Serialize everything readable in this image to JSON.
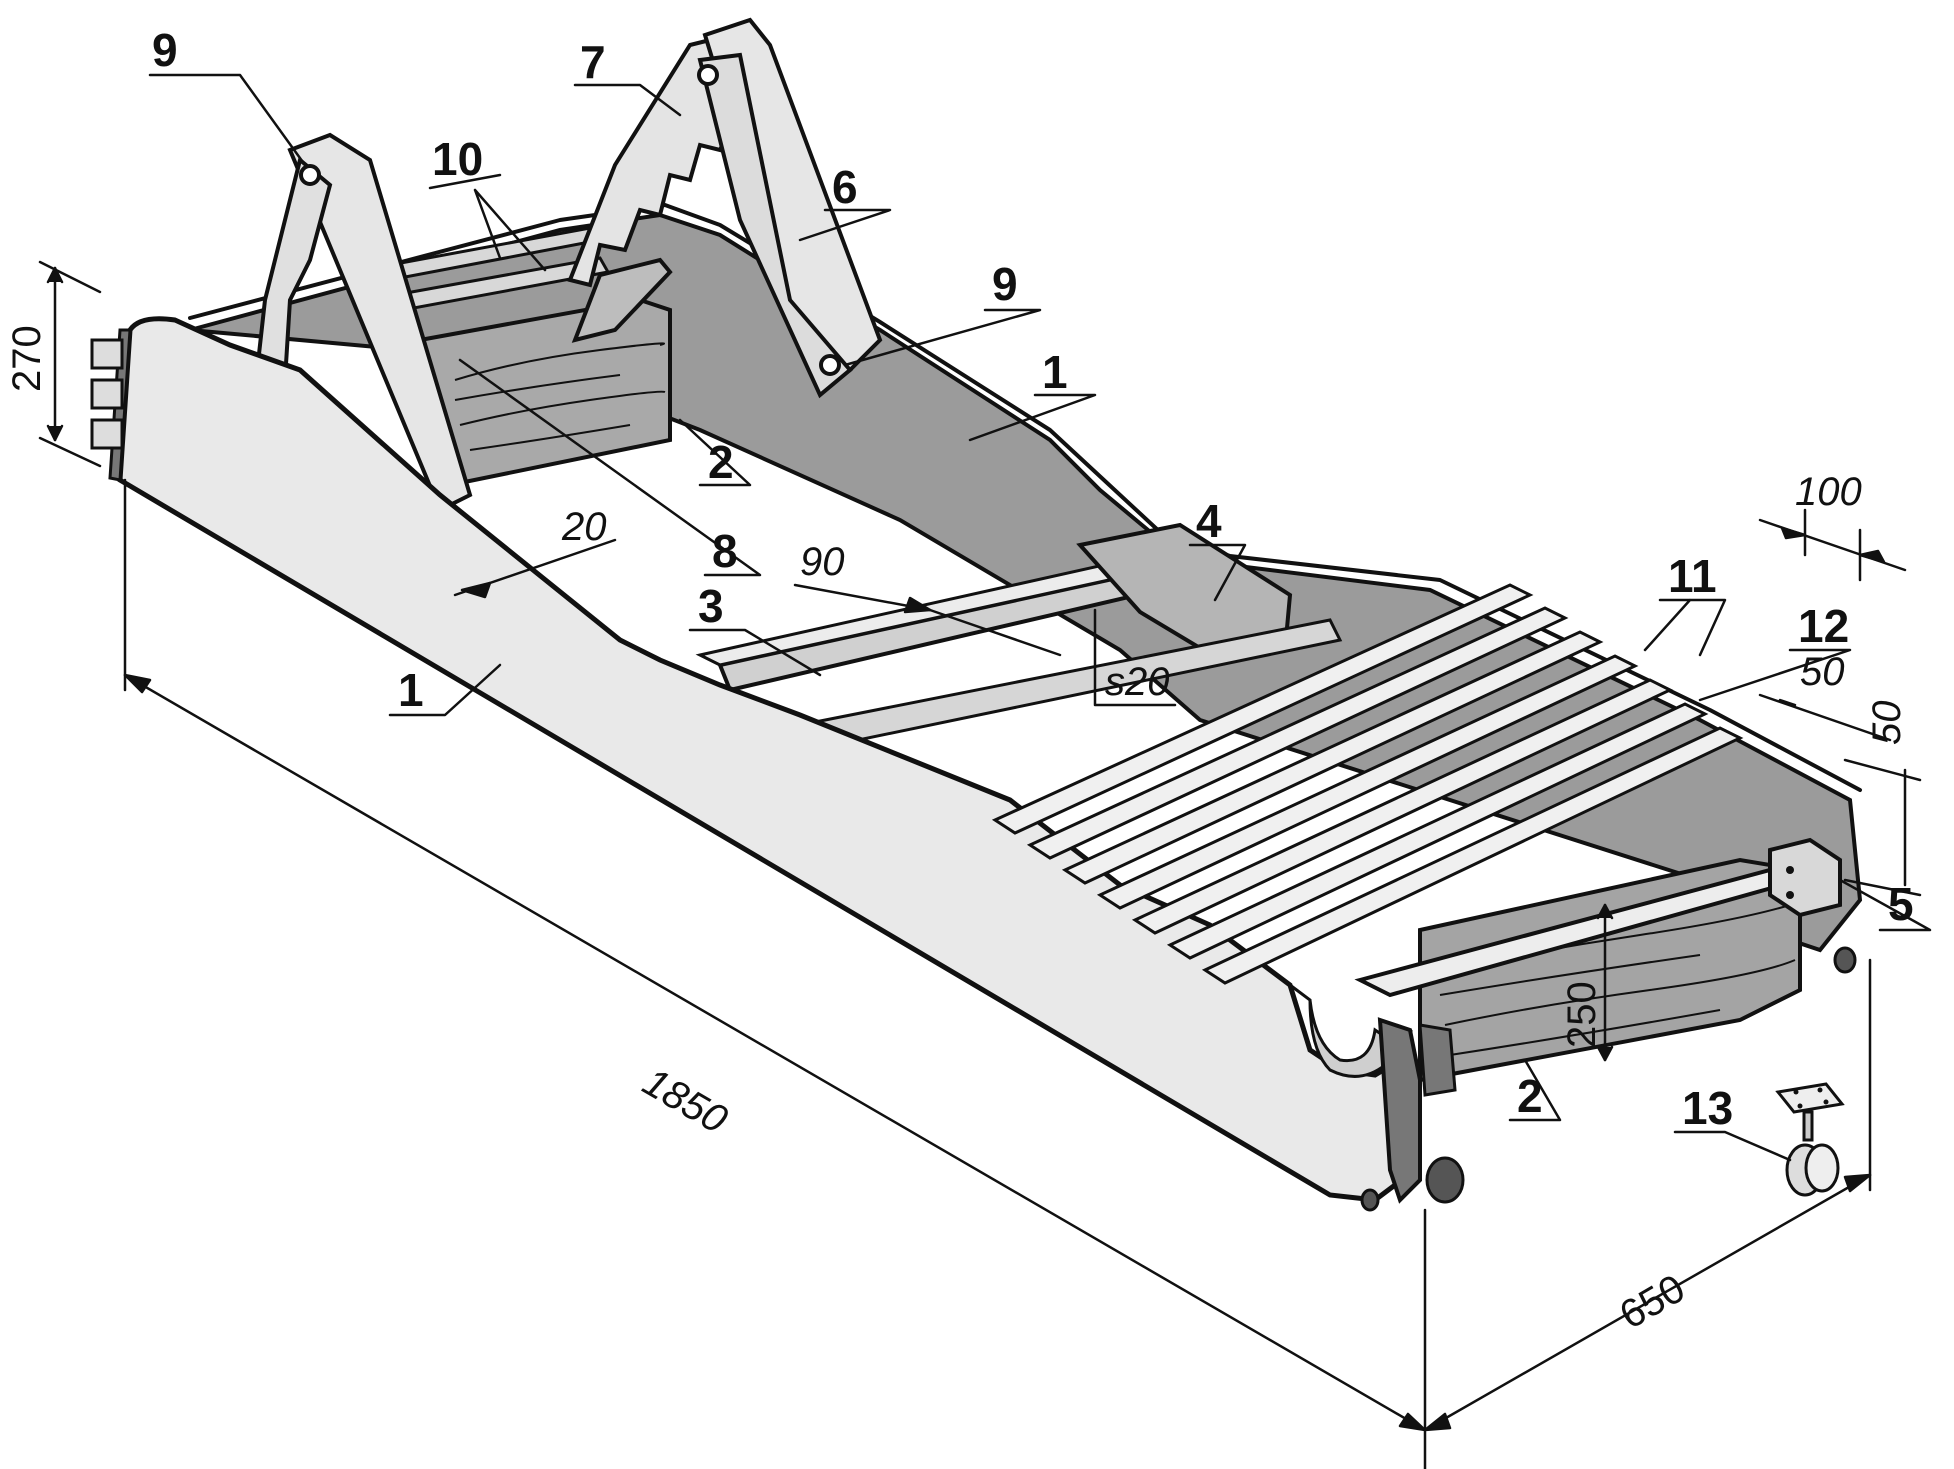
{
  "parts": {
    "p1_left": "1",
    "p1_right": "1",
    "p2_front": "2",
    "p2_rear": "2",
    "p3": "3",
    "p4": "4",
    "p5": "5",
    "p6": "6",
    "p7": "7",
    "p8": "8",
    "p9_left": "9",
    "p9_right": "9",
    "p10": "10",
    "p11": "11",
    "p12": "12",
    "p13": "13"
  },
  "dimensions": {
    "length": "1850",
    "width": "650",
    "height_head": "270",
    "height_foot": "250",
    "thickness_side": "20",
    "crossbar_width": "90",
    "crossbar_thickness": "s20",
    "block_size": "100",
    "leg_w": "50",
    "leg_h": "50"
  },
  "colors": {
    "ink": "#111111",
    "panel_light": "#e9e9e9",
    "panel_mid": "#c9c9c9",
    "panel_dark": "#8e8e8e",
    "wood": "#a9a9a9"
  }
}
